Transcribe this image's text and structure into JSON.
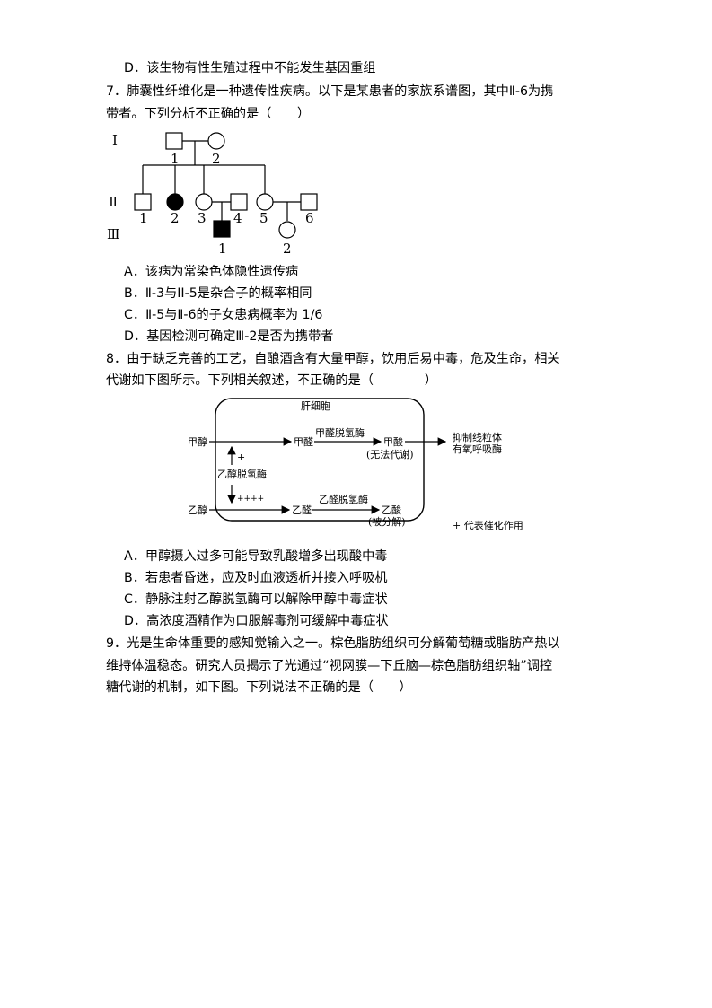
{
  "q6": {
    "option_d": "D．该生物有性生殖过程中不能发生基因重组"
  },
  "q7": {
    "stem_line1": "7．肺囊性纤维化是一种遗传性疾病。以下是某患者的家族系谱图，其中Ⅱ-6为携",
    "stem_line2": "带者。下列分析不正确的是（　　）",
    "pedigree": {
      "gen_labels": [
        "Ⅰ",
        "Ⅱ",
        "Ⅲ"
      ],
      "gen1_labels": [
        "1",
        "2"
      ],
      "gen2_labels": [
        "1",
        "2",
        "3",
        "4",
        "5",
        "6"
      ],
      "gen3_labels": [
        "1",
        "2"
      ]
    },
    "options": [
      "A．该病为常染色体隐性遗传病",
      "B．Ⅱ-3与II-5是杂合子的概率相同",
      "C．Ⅱ-5与Ⅱ-6的子女患病概率为 1/6",
      "D．基因检测可确定Ⅲ-2是否为携带者"
    ]
  },
  "q8": {
    "stem_line1": "8．由于缺乏完善的工艺，自酿酒含有大量甲醇，饮用后易中毒，危及生命，相关",
    "stem_line2": "代谢如下图所示。下列相关叙述，不正确的是（　　　　）",
    "diagram": {
      "cell_label": "肝细胞",
      "methanol": "甲醇",
      "formaldehyde": "甲醛",
      "formaldehyde_enzyme": "甲醛脱氢酶",
      "formic_acid": "甲酸",
      "formic_note": "(无法代谢)",
      "effect_line1": "抑制线粒体",
      "effect_line2": "有氧呼吸酶",
      "adh": "乙醇脱氢酶",
      "plus_weak": "+",
      "plus_strong": "++++",
      "ethanol": "乙醇",
      "acetaldehyde": "乙醛",
      "acetaldehyde_enzyme": "乙醛脱氢酶",
      "acetic_acid": "乙酸",
      "acetic_note": "(被分解)",
      "legend": "+ 代表催化作用"
    },
    "options": [
      "A．甲醇摄入过多可能导致乳酸增多出现酸中毒",
      "B．若患者昏迷，应及时血液透析并接入呼吸机",
      "C．静脉注射乙醇脱氢酶可以解除甲醇中毒症状",
      "D．高浓度酒精作为口服解毒剂可缓解中毒症状"
    ]
  },
  "q9": {
    "stem_line1": "9．光是生命体重要的感知觉输入之一。棕色脂肪组织可分解葡萄糖或脂肪产热以",
    "stem_line2": "维持体温稳态。研究人员揭示了光通过“视网膜—下丘脑—棕色脂肪组织轴”调控",
    "stem_line3": "糖代谢的机制，如下图。下列说法不正确的是（　　）"
  }
}
